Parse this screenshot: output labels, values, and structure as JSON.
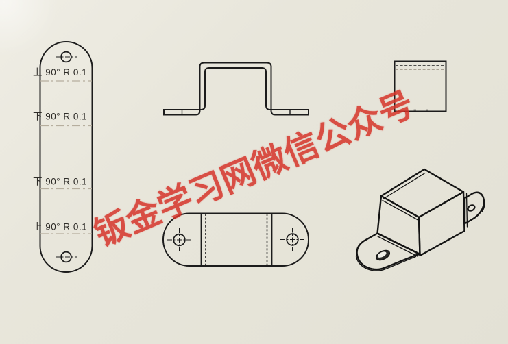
{
  "canvas": {
    "background_color": "#e7e5da",
    "line_color": "#1c1c1c",
    "bend_line_color": "#b6ae9e"
  },
  "watermark": {
    "text": "钣金学习网微信公众号",
    "color": "#d6342a"
  },
  "flat_pattern_left_view": {
    "annotations": [
      {
        "direction": "up",
        "label": "上 90° R 0.1"
      },
      {
        "direction": "down",
        "label": "下 90° R 0.1"
      },
      {
        "direction": "down",
        "label": "下 90° R 0.1"
      },
      {
        "direction": "up",
        "label": "上 90° R 0.1"
      }
    ]
  }
}
